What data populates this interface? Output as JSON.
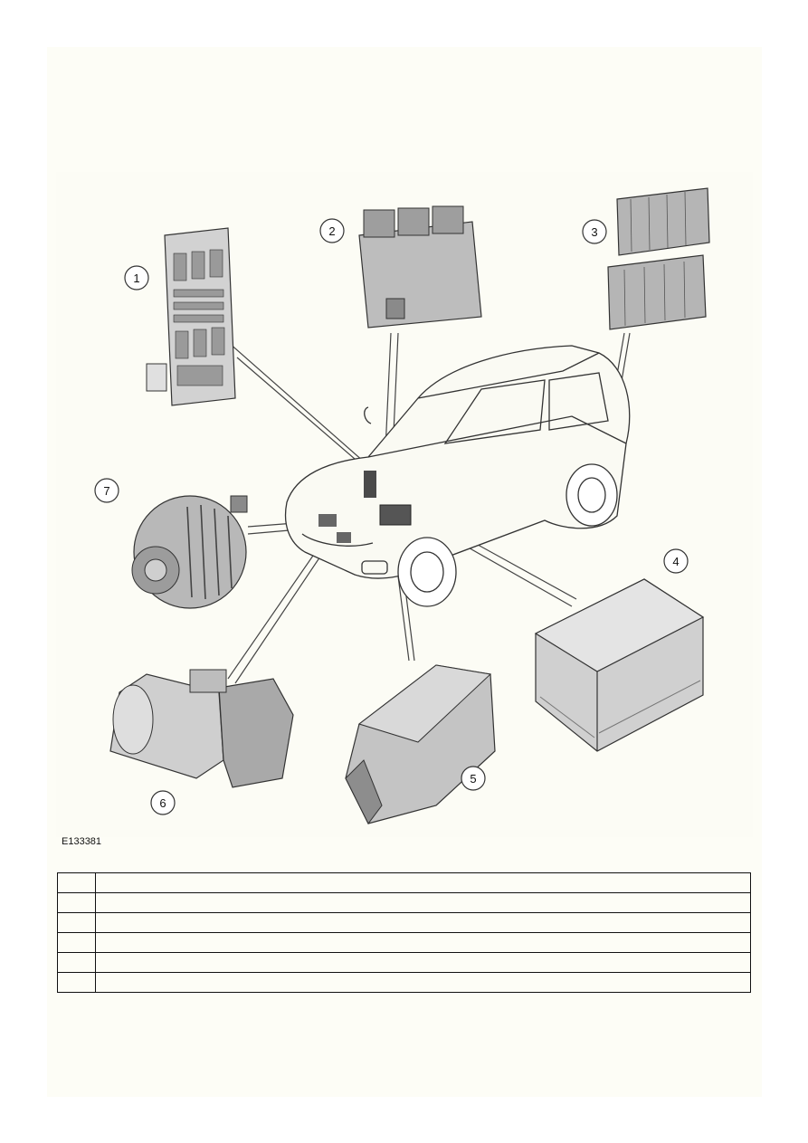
{
  "figure": {
    "id": "E133381",
    "callouts": [
      "1",
      "2",
      "3",
      "4",
      "5",
      "6",
      "7"
    ]
  },
  "legend_table": {
    "rows": [
      {
        "item": "",
        "description": ""
      },
      {
        "item": "",
        "description": ""
      },
      {
        "item": "",
        "description": ""
      },
      {
        "item": "",
        "description": ""
      },
      {
        "item": "",
        "description": ""
      },
      {
        "item": "",
        "description": ""
      }
    ]
  },
  "colors": {
    "line": "#333333",
    "component_fill": "#c9c9c9",
    "component_dark": "#8c8c8c",
    "page_bg": "#fdfdf6"
  }
}
